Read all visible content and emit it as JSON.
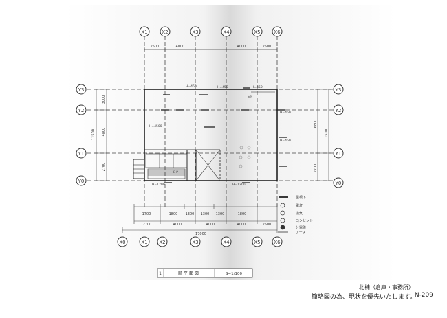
{
  "drawing": {
    "title_no": "1",
    "title": "階 平 面 図",
    "scale": "S=1/100",
    "building": "北棟（倉庫・事務所）",
    "note": "簡略図の為、現状を優先いたします。",
    "sheet_no": "N-209"
  },
  "grid_top": [
    "X1",
    "X2",
    "X3",
    "X4",
    "X5",
    "X6"
  ],
  "grid_bottom": [
    "X0",
    "X1",
    "X2",
    "X3",
    "X4",
    "X5",
    "X6"
  ],
  "grid_left": [
    "Y3",
    "Y2",
    "Y1",
    "Y0"
  ],
  "grid_right": [
    "Y3",
    "Y2",
    "Y1",
    "Y0"
  ],
  "dims_top": [
    "2500",
    "4000",
    "",
    "4000",
    "2500"
  ],
  "dims_bottom_row1": [
    "1700",
    "1800",
    "1300",
    "1300",
    "1300",
    "1800"
  ],
  "dims_bottom_row2": [
    "2700",
    "4000",
    "4000",
    "4000",
    "2500"
  ],
  "dim_bottom_total": "17000",
  "dims_left": [
    "3000",
    "4800",
    "2700"
  ],
  "dims_left_outer": "11500",
  "dims_right": [
    "6800",
    "2700"
  ],
  "dims_right_outer": "11500",
  "room_labels": {
    "h450_a": "H=450",
    "h450_b": "H=450",
    "h450_c": "H=450",
    "h450_d": "H=450",
    "h450_e": "H=450",
    "h4500": "H=4500",
    "h1200_a": "H=1200",
    "h1200_b": "H=1200",
    "sp": "S P",
    "ep": "E P"
  },
  "legend": [
    {
      "label": "屋根下"
    },
    {
      "label": "電灯"
    },
    {
      "label": "換気"
    },
    {
      "label": "コンセント"
    },
    {
      "label": "分電盤"
    },
    {
      "label": "アース"
    }
  ]
}
